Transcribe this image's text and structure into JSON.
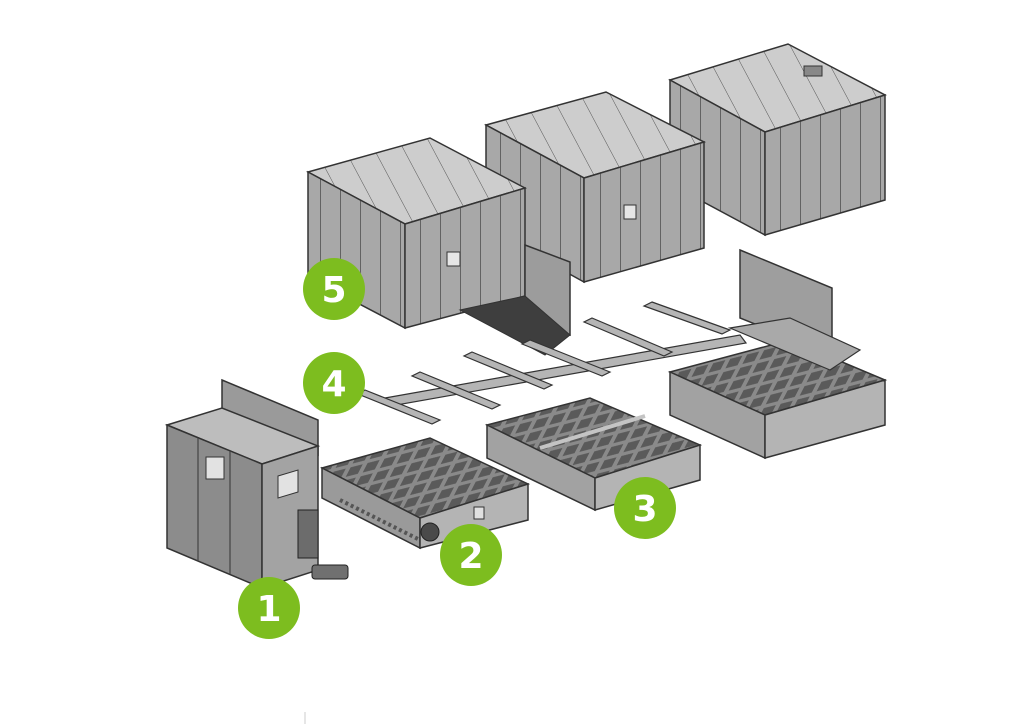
{
  "diagram": {
    "colors": {
      "badge": "#7dbd1f",
      "metal_top": "#c9c9c9",
      "metal_front": "#a6a6a6",
      "metal_side": "#8e8e8e",
      "metal_dark": "#5c5c5c",
      "line": "#3a3a3a",
      "grate": "#6e6e6e"
    },
    "callouts": [
      {
        "number": "1"
      },
      {
        "number": "2"
      },
      {
        "number": "3"
      },
      {
        "number": "4"
      },
      {
        "number": "5"
      }
    ]
  }
}
